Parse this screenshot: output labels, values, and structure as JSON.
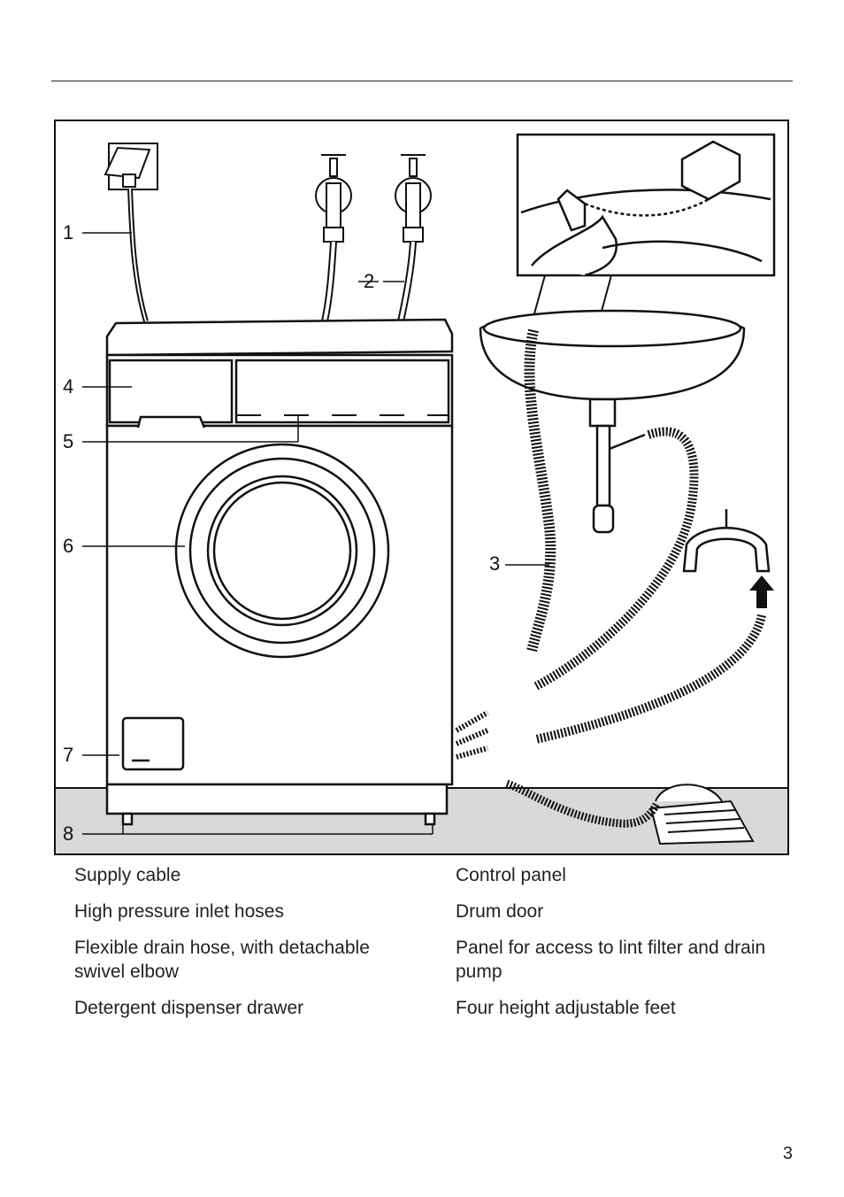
{
  "figure": {
    "callouts": [
      "1",
      "2",
      "3",
      "4",
      "5",
      "6",
      "7",
      "8"
    ]
  },
  "captions": {
    "left": [
      "Supply cable",
      "High pressure inlet hoses",
      "Flexible drain hose, with detachable swivel elbow",
      "Detergent dispenser drawer"
    ],
    "right": [
      "Control panel",
      "Drum door",
      "Panel for access to lint filter and drain pump",
      "Four height adjustable feet"
    ]
  },
  "page_number": "3"
}
